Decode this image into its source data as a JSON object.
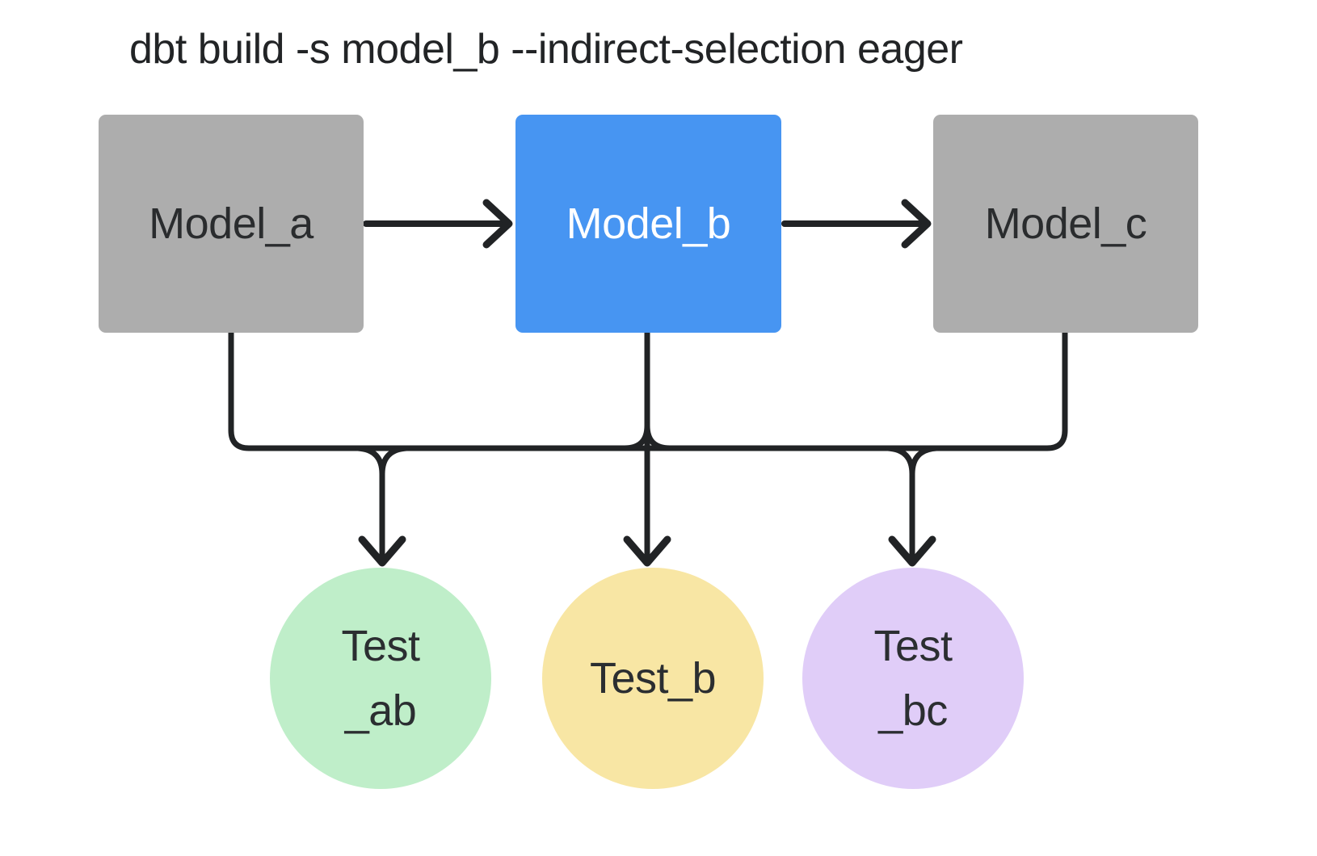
{
  "title": "dbt build -s model_b --indirect-selection eager",
  "colors": {
    "background": "#ffffff",
    "ink": "#212325",
    "model_default": "#adadad",
    "model_selected": "#4795f2",
    "model_text": "#2a2c2e",
    "model_selected_text": "#ffffff",
    "test_ab": "#bfeec9",
    "test_b": "#f8e6a4",
    "test_bc": "#e0cdf8",
    "test_text": "#2b2e31",
    "title_text": "#222426"
  },
  "nodes": {
    "model_a": {
      "label": "Model_a",
      "type": "model",
      "selected": false
    },
    "model_b": {
      "label": "Model_b",
      "type": "model",
      "selected": true
    },
    "model_c": {
      "label": "Model_c",
      "type": "model",
      "selected": false
    },
    "test_ab": {
      "type": "test",
      "line1": "Test",
      "line2": "_ab"
    },
    "test_b": {
      "type": "test",
      "line1": "Test_b",
      "line2": ""
    },
    "test_bc": {
      "type": "test",
      "line1": "Test",
      "line2": "_bc"
    }
  },
  "edges": [
    {
      "from": "model_a",
      "to": "model_b"
    },
    {
      "from": "model_b",
      "to": "model_c"
    },
    {
      "from": "model_a",
      "to": "test_ab"
    },
    {
      "from": "model_b",
      "to": "test_ab"
    },
    {
      "from": "model_b",
      "to": "test_b"
    },
    {
      "from": "model_b",
      "to": "test_bc"
    },
    {
      "from": "model_c",
      "to": "test_bc"
    }
  ]
}
